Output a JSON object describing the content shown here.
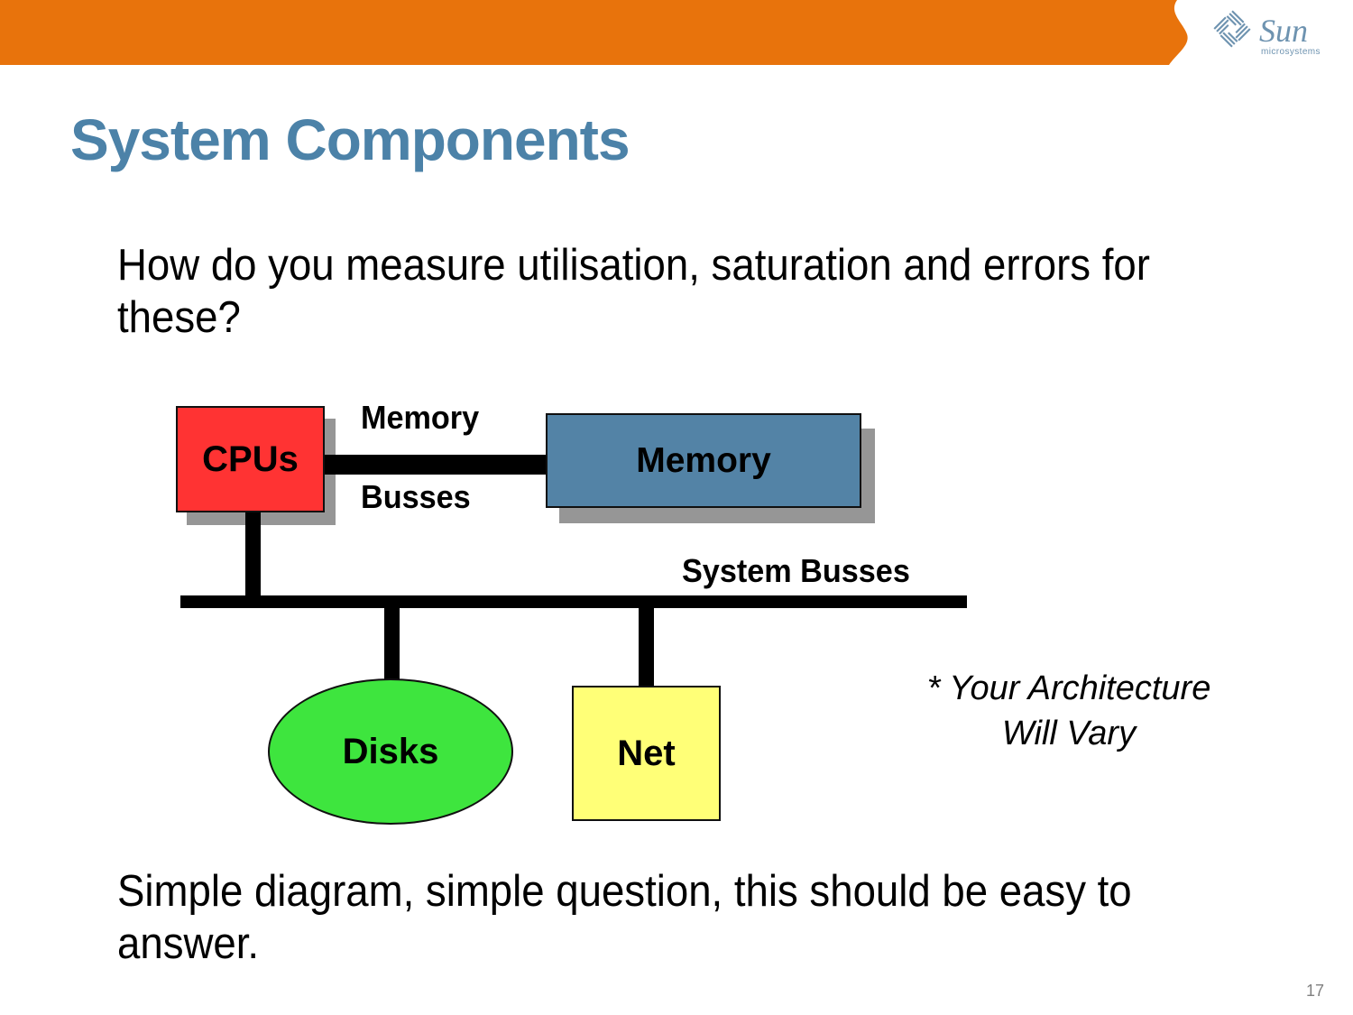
{
  "header": {
    "band_color": "#E8730C",
    "logo": {
      "icon": "sun-logo-icon",
      "wordmark": "Sun",
      "tagline": "microsystems",
      "color": "#6E93B0"
    }
  },
  "title": {
    "text": "System Components",
    "color": "#4C82A8"
  },
  "body": {
    "lead_paragraph": "How do you measure utilisation, saturation and errors for these?",
    "closing_paragraph": "Simple diagram, simple question, this should be easy to answer."
  },
  "diagram": {
    "nodes": [
      {
        "id": "cpus",
        "label": "CPUs",
        "shape": "rect",
        "color": "#FF3333"
      },
      {
        "id": "memory",
        "label": "Memory",
        "shape": "rect",
        "color": "#5383A6"
      },
      {
        "id": "disks",
        "label": "Disks",
        "shape": "ellipse",
        "color": "#3EE53E"
      },
      {
        "id": "net",
        "label": "Net",
        "shape": "rect",
        "color": "#FFFF77"
      }
    ],
    "labels": {
      "memory_busses_line1": "Memory",
      "memory_busses_line2": "Busses",
      "system_busses": "System Busses"
    },
    "shadow_color": "#969696",
    "wire_color": "#000000"
  },
  "footnote": {
    "line1": "* Your Architecture",
    "line2": "Will Vary"
  },
  "page_number": "17"
}
